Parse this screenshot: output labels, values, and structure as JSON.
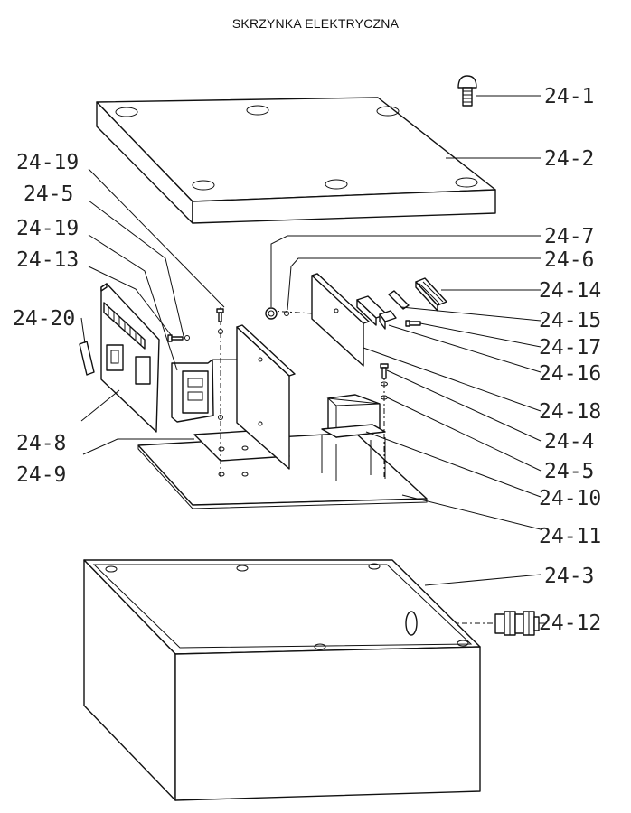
{
  "title": "SKRZYNKA ELEKTRYCZNA",
  "labels": {
    "p24_1": "24-1",
    "p24_2": "24-2",
    "p24_19a": "24-19",
    "p24_5a": "24-5",
    "p24_19b": "24-19",
    "p24_13": "24-13",
    "p24_20": "24-20",
    "p24_8": "24-8",
    "p24_9": "24-9",
    "p24_7": "24-7",
    "p24_6": "24-6",
    "p24_14": "24-14",
    "p24_15": "24-15",
    "p24_17": "24-17",
    "p24_16": "24-16",
    "p24_18": "24-18",
    "p24_4": "24-4",
    "p24_5b": "24-5",
    "p24_10": "24-10",
    "p24_11": "24-11",
    "p24_3": "24-3",
    "p24_12": "24-12"
  }
}
